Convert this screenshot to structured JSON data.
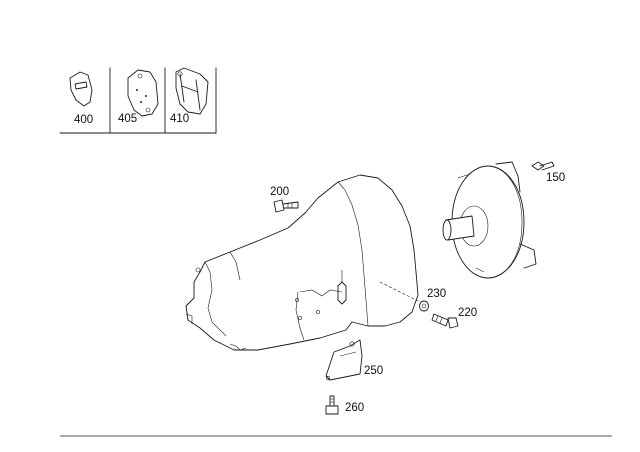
{
  "thumbnails": [
    {
      "label": "400"
    },
    {
      "label": "405"
    },
    {
      "label": "410"
    }
  ],
  "callouts": [
    {
      "label": "200"
    },
    {
      "label": "150"
    },
    {
      "label": "230"
    },
    {
      "label": "220"
    },
    {
      "label": "250"
    },
    {
      "label": "260"
    }
  ]
}
